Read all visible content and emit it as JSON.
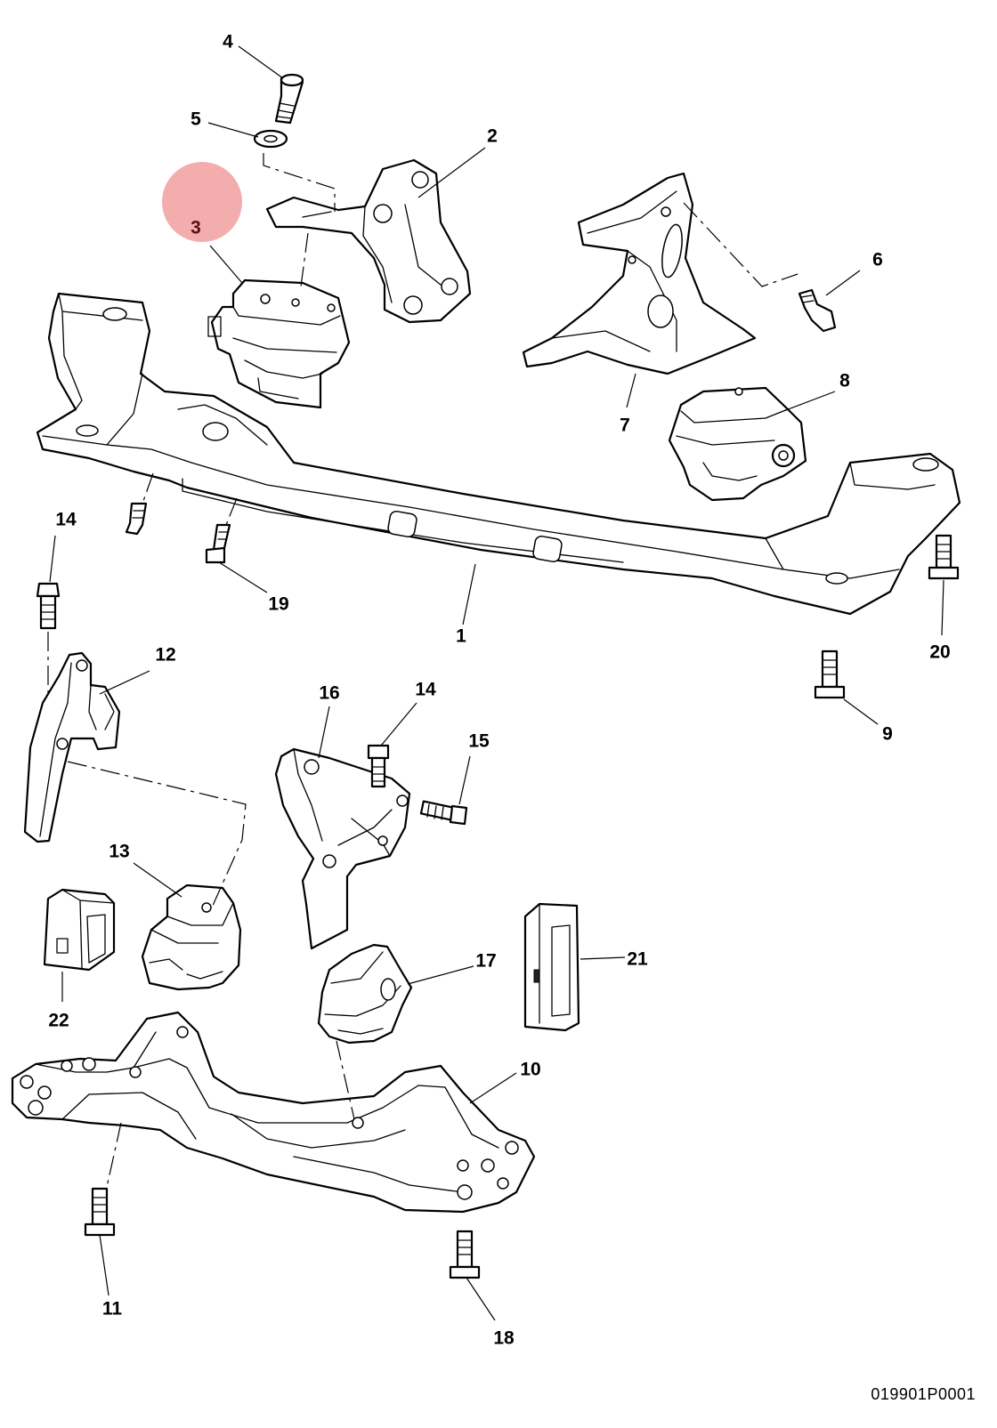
{
  "diagram": {
    "reference_code": "019901P0001",
    "highlight_color": "#f08a8a",
    "callouts": [
      "1",
      "2",
      "3",
      "4",
      "5",
      "6",
      "7",
      "8",
      "9",
      "10",
      "11",
      "12",
      "13",
      "14",
      "14",
      "15",
      "16",
      "17",
      "18",
      "19",
      "20",
      "21",
      "22"
    ],
    "highlighted": "3"
  }
}
